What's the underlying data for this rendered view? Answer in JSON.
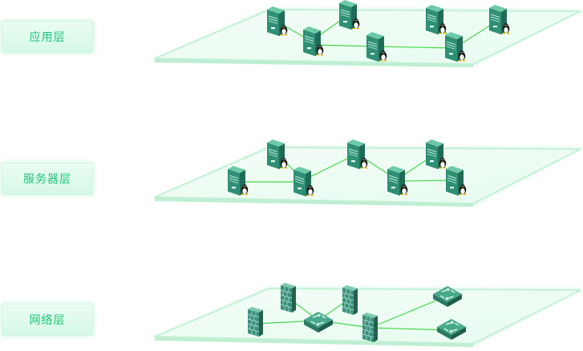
{
  "layers": [
    {
      "label": "应用层"
    },
    {
      "label": "服务器层"
    },
    {
      "label": "网络层"
    }
  ],
  "colors": {
    "accent_text": "#1ec47a",
    "link_line": "#46d84a",
    "plane_edge": "#c9f3dc",
    "server_body": "#2f8f74",
    "firewall_body": "#3d8f7d",
    "switch_body": "#48a98b"
  },
  "icons": [
    "linux-server-icon",
    "firewall-icon",
    "network-switch-icon"
  ]
}
